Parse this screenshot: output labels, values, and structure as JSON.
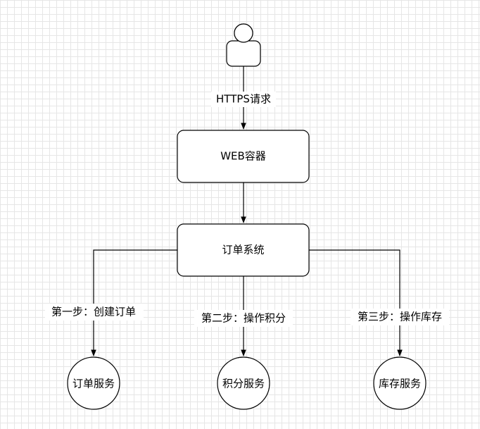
{
  "nodes": {
    "user": {
      "shape": "actor"
    },
    "web": {
      "label": "WEB容器",
      "shape": "rounded-rect"
    },
    "order_system": {
      "label": "订单系统",
      "shape": "rounded-rect"
    },
    "order_service": {
      "label": "订单服务",
      "shape": "circle"
    },
    "points_service": {
      "label": "积分服务",
      "shape": "circle"
    },
    "stock_service": {
      "label": "库存服务",
      "shape": "circle"
    }
  },
  "edges": {
    "user_to_web": {
      "from": "user",
      "to": "web",
      "label": "HTTPS请求"
    },
    "web_to_order": {
      "from": "web",
      "to": "order_system",
      "label": ""
    },
    "order_to_order_service": {
      "from": "order_system",
      "to": "order_service",
      "label": "第一步：创建订单"
    },
    "order_to_points_service": {
      "from": "order_system",
      "to": "points_service",
      "label": "第二步：操作积分"
    },
    "order_to_stock_service": {
      "from": "order_system",
      "to": "stock_service",
      "label": "第三步：操作库存"
    }
  },
  "colors": {
    "stroke": "#000000",
    "fill": "#ffffff",
    "grid": "#e6e6e6"
  }
}
